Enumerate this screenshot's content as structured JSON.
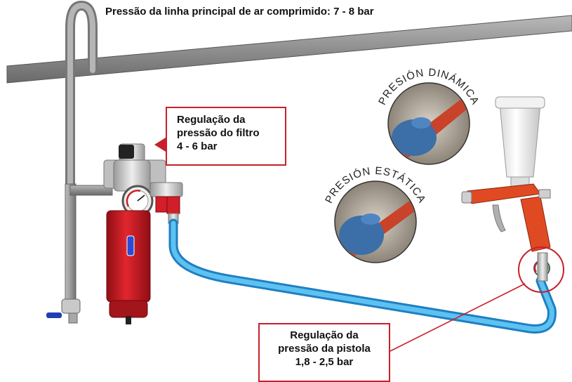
{
  "header": {
    "title": "Pressão da linha principal de ar comprimido: 7 - 8 bar"
  },
  "filter_callout": {
    "line1": "Regulação da",
    "line2": "pressão do filtro",
    "line3": "4 - 6 bar"
  },
  "gun_callout": {
    "line1": "Regulação da",
    "line2": "pressão da pistola",
    "line3": "1,8 - 2,5 bar"
  },
  "inset_dynamic": {
    "label": "PRESIÓN DINÁMICA"
  },
  "inset_static": {
    "label": "PRESIÓN ESTÁTICA"
  },
  "colors": {
    "accent": "#c8202a",
    "hose": "#3aa8e6",
    "pipe": "#8c8c8c",
    "filter_body": "#d11c25",
    "gun_body": "#e04a22"
  }
}
